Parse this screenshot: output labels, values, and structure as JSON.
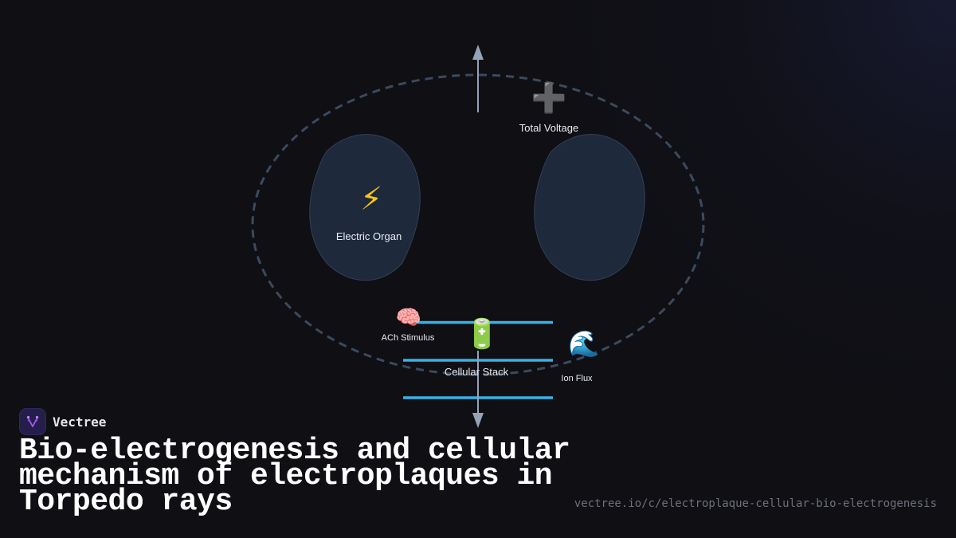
{
  "diagram": {
    "nodes": {
      "total_voltage": {
        "label": "Total Voltage",
        "icon": "heavy-plus-icon",
        "glyph": "➕"
      },
      "electric_organ": {
        "label": "Electric Organ",
        "icon": "lightning-icon",
        "glyph": "⚡"
      },
      "ach_stimulus": {
        "label": "ACh Stimulus",
        "icon": "brain-icon",
        "glyph": "🧠"
      },
      "cellular_stack": {
        "label": "Cellular Stack",
        "icon": "battery-icon",
        "glyph": "🔋"
      },
      "ion_flux": {
        "label": "Ion Flux",
        "icon": "wave-icon",
        "glyph": "🌊"
      }
    },
    "colors": {
      "background": "#0f0f14",
      "organ_fill": "#1e293b",
      "organ_stroke": "#334155",
      "dashed_outline": "#3b4a5e",
      "plate_lines": "#38b2e8",
      "arrow": "#94a3b8"
    }
  },
  "brand": {
    "name": "Vectree",
    "logo_color": "#a855f7"
  },
  "title": "Bio-electrogenesis and cellular mechanism of electroplaques in Torpedo rays",
  "url": "vectree.io/c/electroplaque-cellular-bio-electrogenesis"
}
